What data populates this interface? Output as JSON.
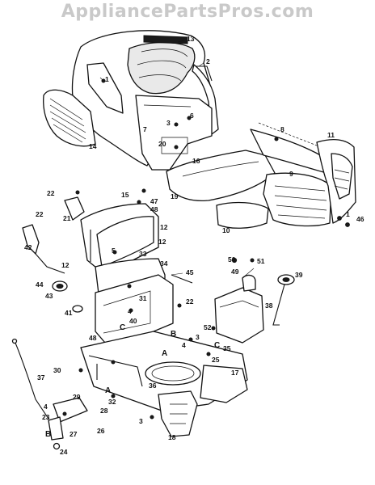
{
  "watermark": "AppliancePartsPros.com",
  "callouts": [
    {
      "label": "13"
    },
    {
      "label": "2"
    },
    {
      "label": "1"
    },
    {
      "label": "14"
    },
    {
      "label": "6"
    },
    {
      "label": "7"
    },
    {
      "label": "3"
    },
    {
      "label": "20"
    },
    {
      "label": "16"
    },
    {
      "label": "8"
    },
    {
      "label": "11"
    },
    {
      "label": "9"
    },
    {
      "label": "19"
    },
    {
      "label": "10"
    },
    {
      "label": "1"
    },
    {
      "label": "46"
    },
    {
      "label": "22"
    },
    {
      "label": "21"
    },
    {
      "label": "15"
    },
    {
      "label": "47"
    },
    {
      "label": "48"
    },
    {
      "label": "22"
    },
    {
      "label": "12"
    },
    {
      "label": "42"
    },
    {
      "label": "12"
    },
    {
      "label": "12"
    },
    {
      "label": "5"
    },
    {
      "label": "33"
    },
    {
      "label": "34"
    },
    {
      "label": "45"
    },
    {
      "label": "50"
    },
    {
      "label": "51"
    },
    {
      "label": "49"
    },
    {
      "label": "39"
    },
    {
      "label": "44"
    },
    {
      "label": "43"
    },
    {
      "label": "31"
    },
    {
      "label": "4"
    },
    {
      "label": "22"
    },
    {
      "label": "38"
    },
    {
      "label": "41"
    },
    {
      "label": "40"
    },
    {
      "label": "52"
    },
    {
      "label": "48"
    },
    {
      "label": "C"
    },
    {
      "label": "B"
    },
    {
      "label": "3"
    },
    {
      "label": "35"
    },
    {
      "label": "C"
    },
    {
      "label": "4"
    },
    {
      "label": "25"
    },
    {
      "label": "A"
    },
    {
      "label": "30"
    },
    {
      "label": "36"
    },
    {
      "label": "17"
    },
    {
      "label": "37"
    },
    {
      "label": "A"
    },
    {
      "label": "32"
    },
    {
      "label": "29"
    },
    {
      "label": "4"
    },
    {
      "label": "28"
    },
    {
      "label": "23"
    },
    {
      "label": "27"
    },
    {
      "label": "B"
    },
    {
      "label": "26"
    },
    {
      "label": "3"
    },
    {
      "label": "18"
    },
    {
      "label": "24"
    }
  ]
}
